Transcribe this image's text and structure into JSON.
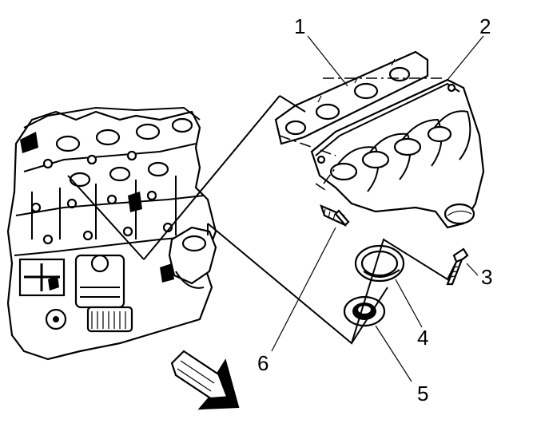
{
  "callouts": [
    {
      "id": "1",
      "text": "1"
    },
    {
      "id": "2",
      "text": "2"
    },
    {
      "id": "3",
      "text": "3"
    },
    {
      "id": "4",
      "text": "4"
    },
    {
      "id": "5",
      "text": "5"
    },
    {
      "id": "6",
      "text": "6"
    }
  ]
}
